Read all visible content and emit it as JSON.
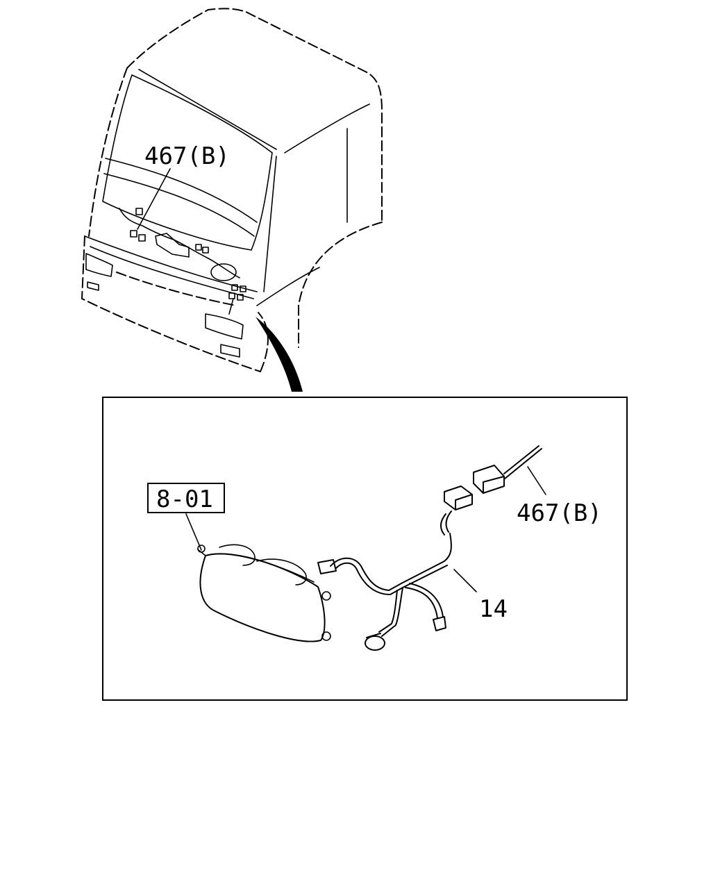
{
  "callouts": {
    "cab_harness_ref": "467(B)",
    "detail_harness_ref": "467(B)",
    "harness_part": "14",
    "headlamp_group_ref": "8-01"
  }
}
